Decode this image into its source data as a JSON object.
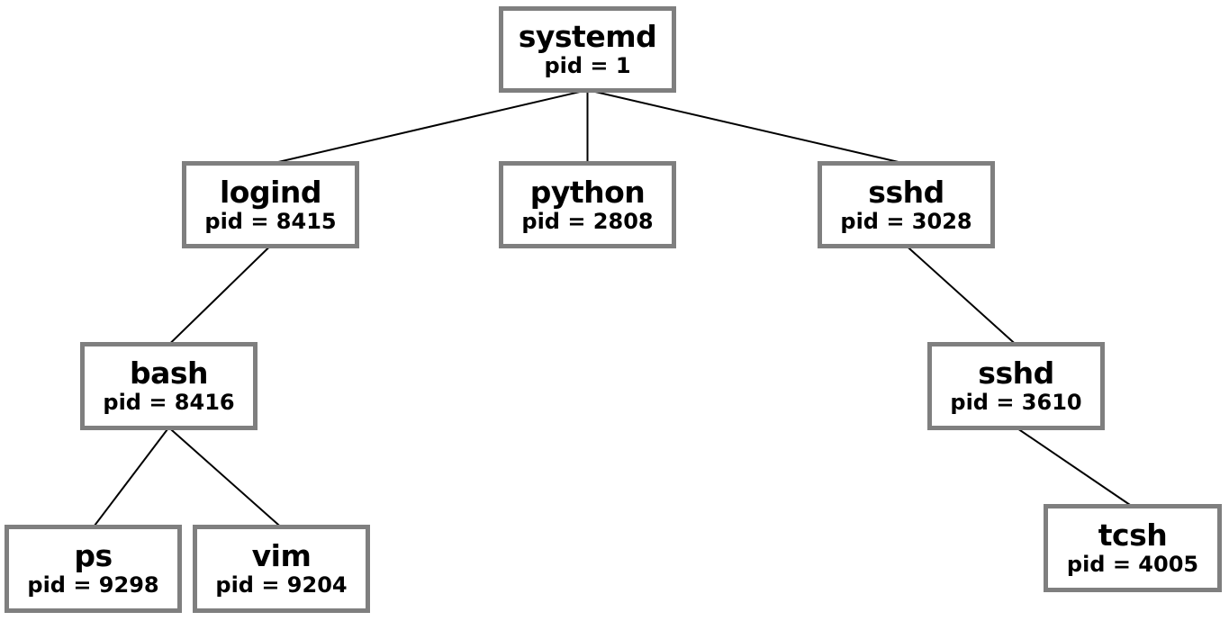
{
  "tree": {
    "nodes": {
      "systemd": {
        "name": "systemd",
        "pid": "pid = 1"
      },
      "logind": {
        "name": "logind",
        "pid": "pid = 8415"
      },
      "python": {
        "name": "python",
        "pid": "pid = 2808"
      },
      "sshd1": {
        "name": "sshd",
        "pid": "pid = 3028"
      },
      "bash": {
        "name": "bash",
        "pid": "pid = 8416"
      },
      "sshd2": {
        "name": "sshd",
        "pid": "pid = 3610"
      },
      "ps": {
        "name": "ps",
        "pid": "pid = 9298"
      },
      "vim": {
        "name": "vim",
        "pid": "pid = 9204"
      },
      "tcsh": {
        "name": "tcsh",
        "pid": "pid = 4005"
      }
    },
    "edges": [
      [
        "systemd",
        "logind"
      ],
      [
        "systemd",
        "python"
      ],
      [
        "systemd",
        "sshd1"
      ],
      [
        "logind",
        "bash"
      ],
      [
        "sshd1",
        "sshd2"
      ],
      [
        "bash",
        "ps"
      ],
      [
        "bash",
        "vim"
      ],
      [
        "sshd2",
        "tcsh"
      ]
    ]
  },
  "colors": {
    "node_border": "#7f7f7f",
    "edge": "#000000",
    "text": "#000000",
    "background": "#ffffff"
  }
}
